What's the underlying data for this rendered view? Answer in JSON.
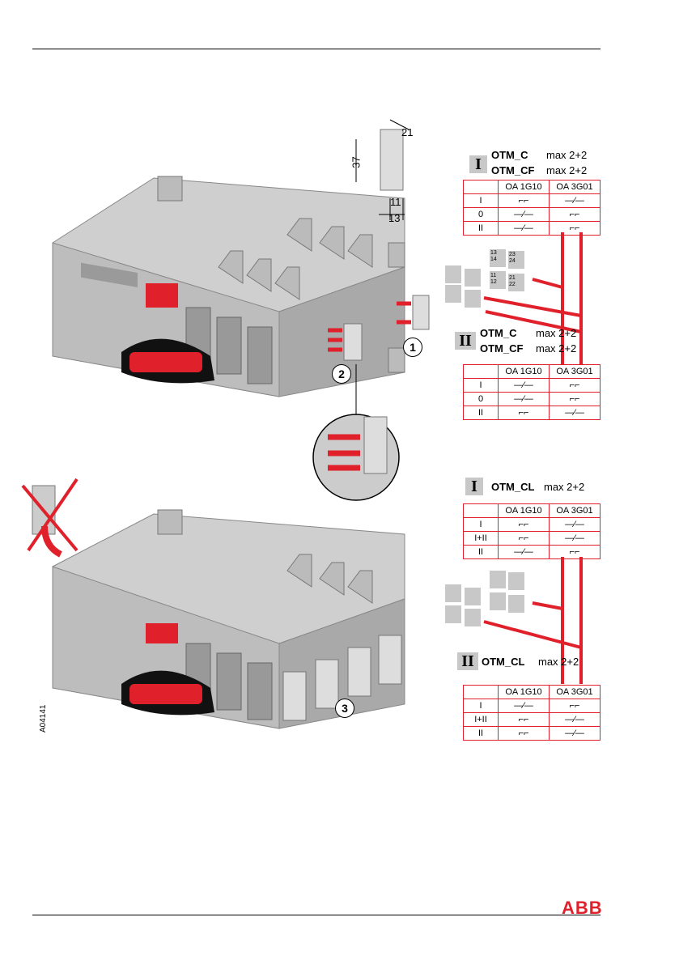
{
  "top_section": {
    "sys1": {
      "numeral": "I",
      "models": [
        {
          "name": "OTM_C",
          "max": "max 2+2"
        },
        {
          "name": "OTM_CF",
          "max": "max 2+2"
        }
      ]
    },
    "table1": {
      "headers": [
        "",
        "OA 1G10",
        "OA 3G01"
      ],
      "rows": [
        "I",
        "0",
        "II"
      ]
    },
    "sys2": {
      "numeral": "II",
      "models": [
        {
          "name": "OTM_C",
          "max": "max 2+2"
        },
        {
          "name": "OTM_CF",
          "max": "max 2+2"
        }
      ]
    },
    "table2": {
      "headers": [
        "",
        "OA 1G10",
        "OA 3G01"
      ],
      "rows": [
        "I",
        "0",
        "II"
      ]
    },
    "dimensions": {
      "d21": "21",
      "d37": "37",
      "d11": "11",
      "d13": "13"
    },
    "callouts": [
      "1",
      "2"
    ]
  },
  "bottom_section": {
    "sys1": {
      "numeral": "I",
      "model": "OTM_CL",
      "max": "max 2+2"
    },
    "table1": {
      "headers": [
        "",
        "OA 1G10",
        "OA 3G01"
      ],
      "rows": [
        "I",
        "I+II",
        "II"
      ]
    },
    "sys2": {
      "numeral": "II",
      "model": "OTM_CL",
      "max": "max 2+2"
    },
    "table2": {
      "headers": [
        "",
        "OA 1G10",
        "OA 3G01"
      ],
      "rows": [
        "I",
        "I+II",
        "II"
      ]
    },
    "callouts": [
      "3"
    ]
  },
  "contact_labels": {
    "a": [
      "13",
      "14",
      "23",
      "24"
    ],
    "b": [
      "11",
      "12",
      "21",
      "22"
    ]
  },
  "drawing_number": "A04141",
  "footer": {
    "logo": "ABB"
  },
  "colors": {
    "accent": "#e0202a",
    "device": "#c9c9c9",
    "label_box": "#c8c8c8"
  }
}
